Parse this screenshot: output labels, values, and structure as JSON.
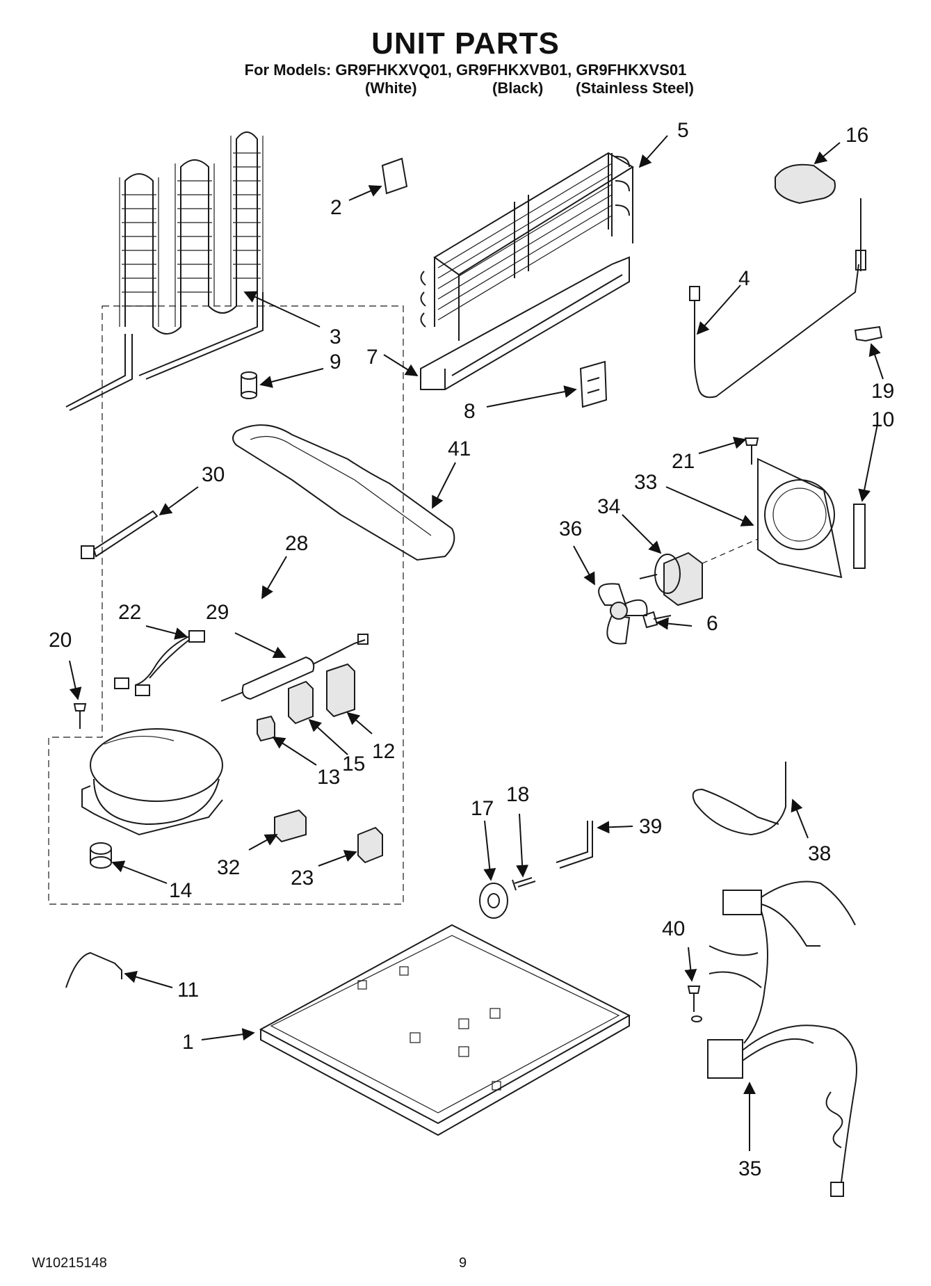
{
  "header": {
    "title": "UNIT PARTS",
    "models_line": "For Models: GR9FHKXVQ01, GR9FHKXVB01, GR9FHKXVS01",
    "variants": [
      "(White)",
      "(Black)",
      "(Stainless Steel)"
    ]
  },
  "footer": {
    "doc_number": "W10215148",
    "page_number": "9"
  },
  "callouts": [
    "1",
    "2",
    "3",
    "4",
    "5",
    "6",
    "7",
    "8",
    "9",
    "10",
    "11",
    "12",
    "13",
    "14",
    "15",
    "16",
    "17",
    "18",
    "19",
    "20",
    "21",
    "22",
    "23",
    "28",
    "29",
    "30",
    "32",
    "33",
    "34",
    "35",
    "36",
    "38",
    "39",
    "40",
    "41"
  ]
}
